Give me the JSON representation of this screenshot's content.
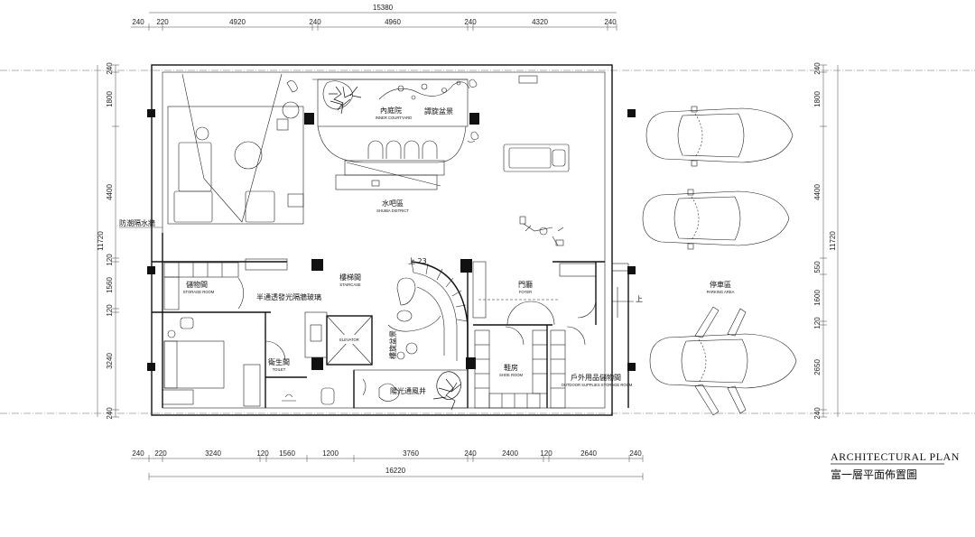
{
  "top_dims": {
    "overall": "15380",
    "segments": [
      "240",
      "220",
      "4920",
      "240",
      "4960",
      "240",
      "4320",
      "240"
    ]
  },
  "bottom_dims": {
    "overall": "16220",
    "segments": [
      "240",
      "220",
      "3240",
      "120",
      "1560",
      "1200",
      "3760",
      "240",
      "2400",
      "120",
      "2640",
      "240"
    ]
  },
  "left_dims": {
    "overall": "11720",
    "segments": [
      "240",
      "1800",
      "4400",
      "120",
      "1560",
      "120",
      "3240",
      "240"
    ]
  },
  "right_dims": {
    "overall": "11720",
    "segments": [
      "240",
      "1800",
      "4400",
      "550",
      "1600",
      "120",
      "2650",
      "240"
    ]
  },
  "rooms": {
    "courtyard_zh": "內庭院",
    "courtyard_en": "INNER COURTYARD",
    "courtyard_note": "譚旋盆景",
    "shuiba_zh": "水吧區",
    "shuiba_en": "SHUIBA DISTRICT",
    "staircase_zh": "樓梯間",
    "staircase_en": "STAIRCASE",
    "storage_zh": "儲物間",
    "storage_en": "STORAGE ROOM",
    "toilet_zh": "衛生間",
    "toilet_en": "TOILET",
    "elevator_en": "ELEVATOR",
    "foyer_zh": "門廳",
    "foyer_en": "FOYER",
    "shoe_zh": "鞋房",
    "shoe_en": "SHOE ROOM",
    "outdoor_zh": "戶外用品儲物間",
    "outdoor_en": "OUTDOOR SUPPLIES STORAGE ROOM",
    "parking_zh": "停車區",
    "parking_en": "PARKING AREA"
  },
  "notes": {
    "waterproof_wall": "防潮隔水牆",
    "glass_partition": "半通透發光隔牆玻璃",
    "stair_bonsai": "樓旋盆景",
    "light_well": "陽光通風井",
    "level_mark": "上 23",
    "up_mark": "上"
  },
  "title": {
    "en": "ARCHITECTURAL PLAN",
    "zh": "富一層平面佈置圖"
  }
}
